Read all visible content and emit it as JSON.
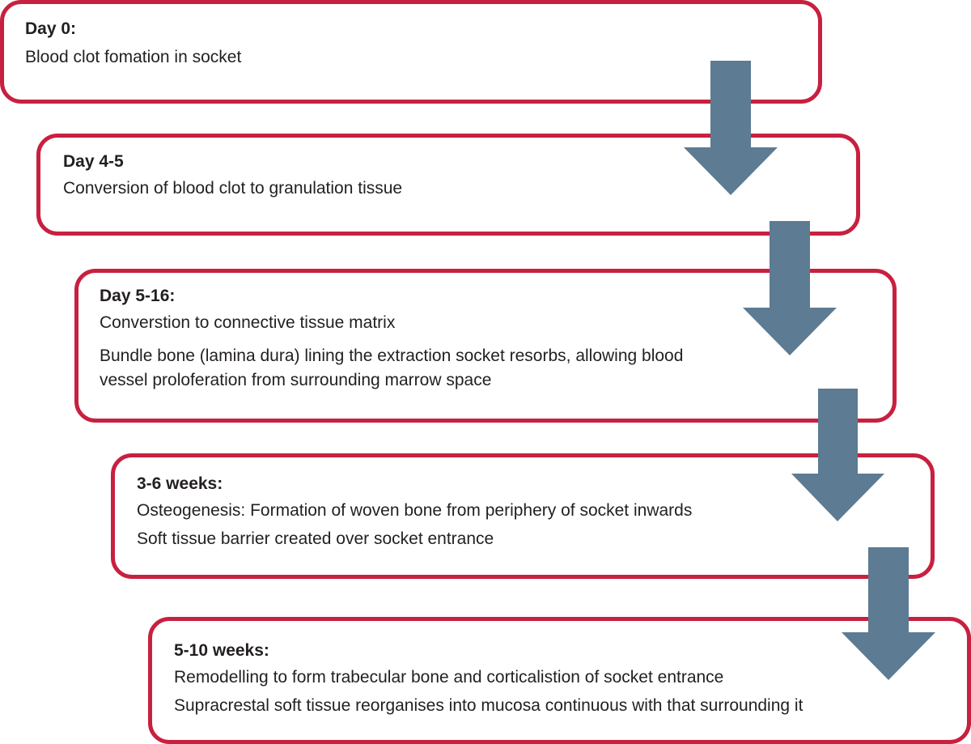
{
  "steps": [
    {
      "title": "Day 0:",
      "lines": [
        "Blood clot fomation in socket"
      ]
    },
    {
      "title": "Day 4-5",
      "lines": [
        "Conversion of blood clot to granulation tissue"
      ]
    },
    {
      "title": "Day 5-16:",
      "lines": [
        "Converstion to connective tissue matrix",
        "Bundle bone (lamina dura) lining the extraction socket resorbs, allowing blood",
        "vessel proloferation from surrounding marrow space"
      ]
    },
    {
      "title": "3-6 weeks:",
      "lines": [
        "Osteogenesis: Formation of woven bone from periphery of socket inwards",
        "Soft tissue barrier created over socket entrance"
      ]
    },
    {
      "title": "5-10 weeks:",
      "lines": [
        "Remodelling to form trabecular bone and corticalistion of socket entrance",
        "Supracrestal soft tissue reorganises into mucosa continuous with that surrounding it"
      ]
    }
  ],
  "colors": {
    "box_border": "#c8203f",
    "arrow_fill": "#5d7b92",
    "text": "#231f20"
  }
}
